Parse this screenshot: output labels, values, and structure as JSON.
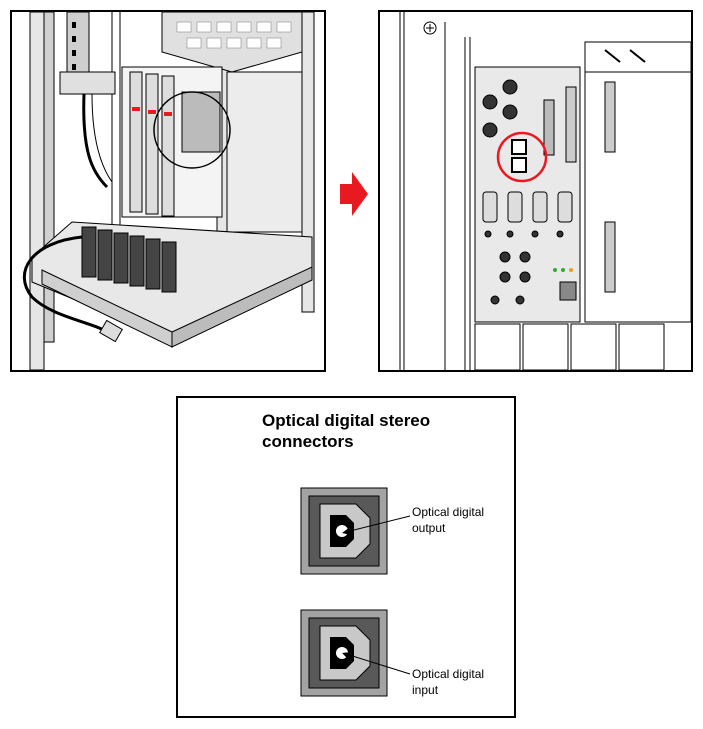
{
  "figure": {
    "title_line1": "Optical digital stereo",
    "title_line2": "connectors",
    "connectors": [
      {
        "label_line1": "Optical digital",
        "label_line2": "output"
      },
      {
        "label_line1": "Optical digital",
        "label_line2": "input"
      }
    ]
  },
  "colors": {
    "arrow": "#e8191f",
    "highlight_ring": "#e8191f",
    "accent_red": "#e8191f",
    "connector_outer": "#a3a3a3",
    "connector_inner": "#595959",
    "connector_plug": "#c8c8c8"
  }
}
